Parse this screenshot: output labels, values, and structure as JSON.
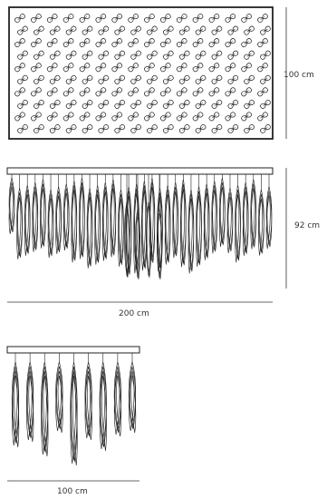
{
  "dimensions": {
    "top_view_height": "100 cm",
    "large_height": "92 cm",
    "large_width": "200 cm",
    "small_width": "100 cm"
  },
  "style": {
    "line_color": "#222222",
    "text_color": "#333333"
  },
  "icons": {
    "crystal_motif": "twisted-crystal-leaf-icon",
    "pendant": "crystal-pendant-icon"
  }
}
